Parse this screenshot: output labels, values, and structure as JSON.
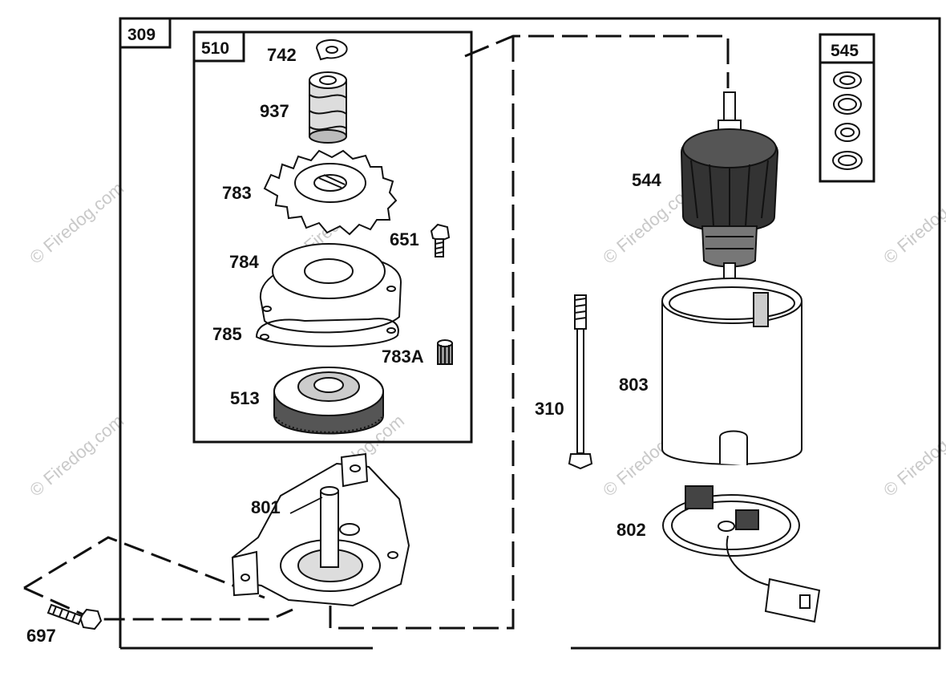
{
  "watermark": "© Firedog.com",
  "assembly": {
    "main": "309",
    "drive_kit": "510",
    "washer_kit": "545"
  },
  "parts": {
    "p742": "742",
    "p937": "937",
    "p783": "783",
    "p651": "651",
    "p784": "784",
    "p785": "785",
    "p783a": "783A",
    "p513": "513",
    "p801": "801",
    "p697": "697",
    "p544": "544",
    "p310": "310",
    "p803": "803",
    "p802": "802"
  }
}
